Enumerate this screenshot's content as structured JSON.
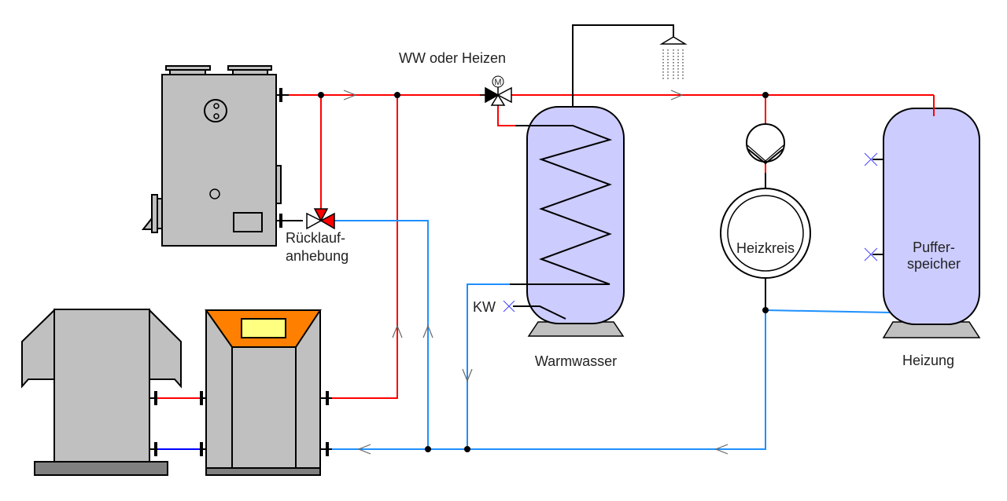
{
  "labels": {
    "valve_ww_heating": "WW oder Heizen",
    "valve_motor": "M",
    "return_raise_line1": "Rücklauf-",
    "return_raise_line2": "anhebung",
    "hot_water_tank": "Warmwasser",
    "cold_water": "KW",
    "heating_circuit": "Heizkreis",
    "buffer_line1": "Puffer-",
    "buffer_line2": "speicher",
    "heating": "Heizung"
  },
  "colors": {
    "supply_pipe": "#ff0000",
    "return_pipe": "#1e90ff",
    "tank_fill": "#ccccff",
    "equipment_gray": "#c0c0c0",
    "base_gray": "#808080",
    "burner_orange": "#ff8000",
    "display_yellow": "#ffff80",
    "sensor": "#4040ff"
  }
}
